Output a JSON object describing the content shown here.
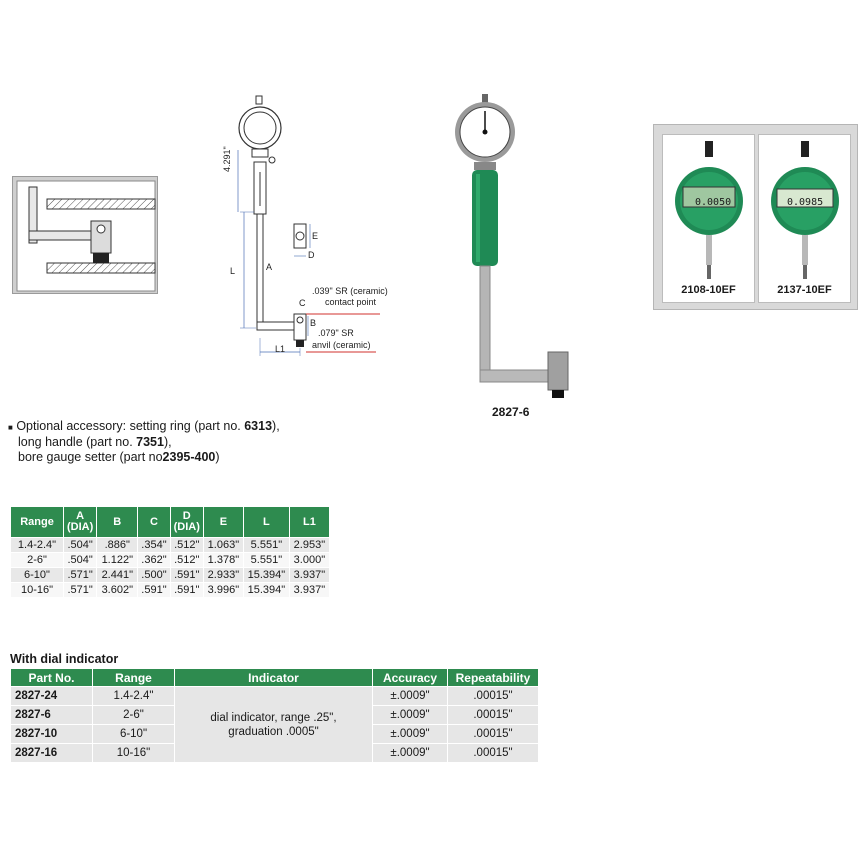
{
  "diagram": {
    "dim_height": "4.291\"",
    "dim_L": "L",
    "dim_A": "A",
    "dim_B": "B",
    "dim_C": "C",
    "dim_D": "D",
    "dim_E": "E",
    "dim_L1": "L1",
    "callout_contact": ".039\" SR (ceramic)",
    "callout_contact2": "contact point",
    "callout_anvil": ".079\" SR",
    "callout_anvil2": "anvil (ceramic)"
  },
  "product_caption": "2827-6",
  "digital_indicators": [
    {
      "model": "2108-10EF",
      "reading": "0.0050"
    },
    {
      "model": "2137-10EF",
      "reading": "0.0985"
    }
  ],
  "note": {
    "bullet": "■",
    "line1_pre": "Optional accessory: setting ring (part no. ",
    "line1_part": "6313",
    "line1_post": "),",
    "line2_pre": "long handle (part no. ",
    "line2_part": "7351",
    "line2_post": "),",
    "line3_pre": "bore gauge setter (part no",
    "line3_part": "2395-400",
    "line3_post": ")"
  },
  "spec_table": {
    "headers": [
      {
        "top": "Range",
        "bottom": ""
      },
      {
        "top": "A",
        "bottom": "(DIA)"
      },
      {
        "top": "B",
        "bottom": ""
      },
      {
        "top": "C",
        "bottom": ""
      },
      {
        "top": "D",
        "bottom": "(DIA)"
      },
      {
        "top": "E",
        "bottom": ""
      },
      {
        "top": "L",
        "bottom": ""
      },
      {
        "top": "L1",
        "bottom": ""
      }
    ],
    "rows": [
      [
        "1.4-2.4\"",
        ".504\"",
        ".886\"",
        ".354\"",
        ".512\"",
        "1.063\"",
        "5.551\"",
        "2.953\""
      ],
      [
        "2-6\"",
        ".504\"",
        "1.122\"",
        ".362\"",
        ".512\"",
        "1.378\"",
        "5.551\"",
        "3.000\""
      ],
      [
        "6-10\"",
        ".571\"",
        "2.441\"",
        ".500\"",
        ".591\"",
        "2.933\"",
        "15.394\"",
        "3.937\""
      ],
      [
        "10-16\"",
        ".571\"",
        "3.602\"",
        ".591\"",
        ".591\"",
        "3.996\"",
        "15.394\"",
        "3.937\""
      ]
    ]
  },
  "dial_table": {
    "title": "With dial indicator",
    "headers": [
      "Part No.",
      "Range",
      "Indicator",
      "Accuracy",
      "Repeatability"
    ],
    "indicator_line1": "dial indicator, range .25\",",
    "indicator_line2": "graduation .0005\"",
    "rows": [
      {
        "part": "2827-24",
        "range": "1.4-2.4\"",
        "accuracy": "±.0009\"",
        "repeatability": ".00015\""
      },
      {
        "part": "2827-6",
        "range": "2-6\"",
        "accuracy": "±.0009\"",
        "repeatability": ".00015\""
      },
      {
        "part": "2827-10",
        "range": "6-10\"",
        "accuracy": "±.0009\"",
        "repeatability": ".00015\""
      },
      {
        "part": "2827-16",
        "range": "10-16\"",
        "accuracy": "±.0009\"",
        "repeatability": ".00015\""
      }
    ]
  },
  "colors": {
    "header_green": "#2e8b4f",
    "indicator_green": "#1f8a55",
    "callout_red": "#d0312d",
    "dimension_blue": "#4a6fb5"
  }
}
